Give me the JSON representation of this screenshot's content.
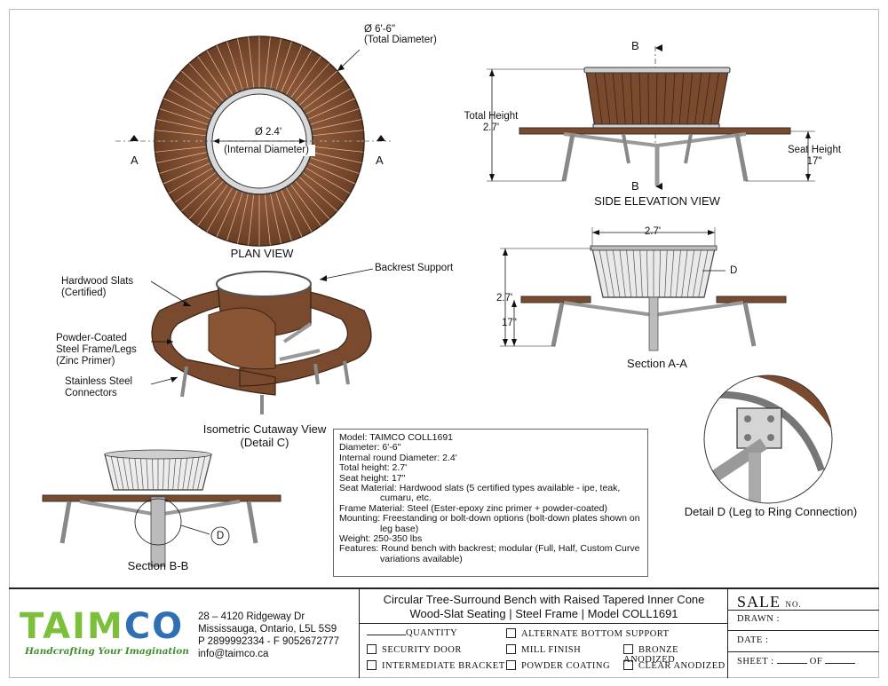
{
  "plan_view": {
    "total_diameter": "Ø 6'-6\"",
    "total_diameter_note": "(Total Diameter)",
    "internal_diameter": "Ø 2.4'",
    "internal_diameter_note": "(Internal Diameter)",
    "section_left": "A",
    "section_right": "A",
    "caption": "PLAN VIEW"
  },
  "side_elevation": {
    "section_top": "B",
    "section_bottom": "B",
    "total_height_label": "Total Height",
    "total_height_value": "2.7'",
    "seat_height_label": "Seat Height",
    "seat_height_value": "17\"",
    "caption": "SIDE ELEVATION VIEW"
  },
  "section_aa": {
    "width": "2.7'",
    "height": "2.7'",
    "seat": "17\"",
    "detail": "D",
    "caption": "Section A-A"
  },
  "isometric": {
    "hardwood_label": "Hardwood Slats",
    "hardwood_note": "(Certified)",
    "frame_label1": "Powder-Coated",
    "frame_label2": "Steel Frame/Legs",
    "frame_label3": "(Zinc Primer)",
    "connectors_label1": "Stainless Steel",
    "connectors_label2": "Connectors",
    "backrest_label": "Backrest Support",
    "caption1": "Isometric Cutaway View",
    "caption2": "(Detail C)"
  },
  "section_bb": {
    "detail": "D",
    "caption": "Section B-B"
  },
  "detail_d": {
    "caption": "Detail D (Leg to Ring Connection)"
  },
  "specs": {
    "model": "Model: TAIMCO COLL1691",
    "diameter": "Diameter: 6'-6\"",
    "internal": "Internal round Diameter: 2.4'",
    "height": "Total height: 2.7'",
    "seat_height": "Seat height: 17\"",
    "seat_material": "Seat Material: Hardwood slats (5 certified types available - ipe, teak,",
    "seat_material_cont": "cumaru, etc.",
    "frame_material": "Frame Material: Steel (Ester-epoxy zinc primer + powder-coated)",
    "mounting": "Mounting: Freestanding or bolt-down options (bolt-down plates shown on",
    "mounting_cont": "leg base)",
    "weight": "Weight: 250-350 lbs",
    "features": "Features: Round bench with backrest; modular (Full, Half, Custom Curve",
    "features_cont": "variations available)"
  },
  "title_block": {
    "logo_text": "TAIMCO",
    "tagline": "Handcrafting Your Imagination",
    "address1": "28 – 4120 Ridgeway Dr",
    "address2": "Mississauga, Ontario, L5L 5S9",
    "phone": "P 2899992334 - F 9052672777",
    "email": "info@taimco.ca",
    "title1": "Circular Tree-Surround Bench with Raised Tapered Inner Cone",
    "title2": "Wood-Slat Seating | Steel Frame | Model COLL1691",
    "quantity": "QUANTITY",
    "security_door": "SECURITY DOOR",
    "intermediate_bracket": "INTERMEDIATE BRACKET",
    "alternate_bottom": "ALTERNATE BOTTOM SUPPORT",
    "mill_finish": "MILL FINISH",
    "powder_coating": "POWDER COATING",
    "bronze_anodized": "BRONZE ANODIZED",
    "clear_anodized": "CLEAR ANODIZED",
    "sale": "SALE",
    "sale_no": "NO.",
    "drawn": "DRAWN :",
    "date": "DATE :",
    "sheet": "SHEET :",
    "of": "OF"
  },
  "colors": {
    "wood": "#7a4a2e",
    "wood_dark": "#5a3520",
    "steel": "#c9c9c9",
    "logo_green": "#7cbf3a",
    "logo_blue": "#2f6fb3",
    "tagline_green": "#3f8f2a"
  }
}
